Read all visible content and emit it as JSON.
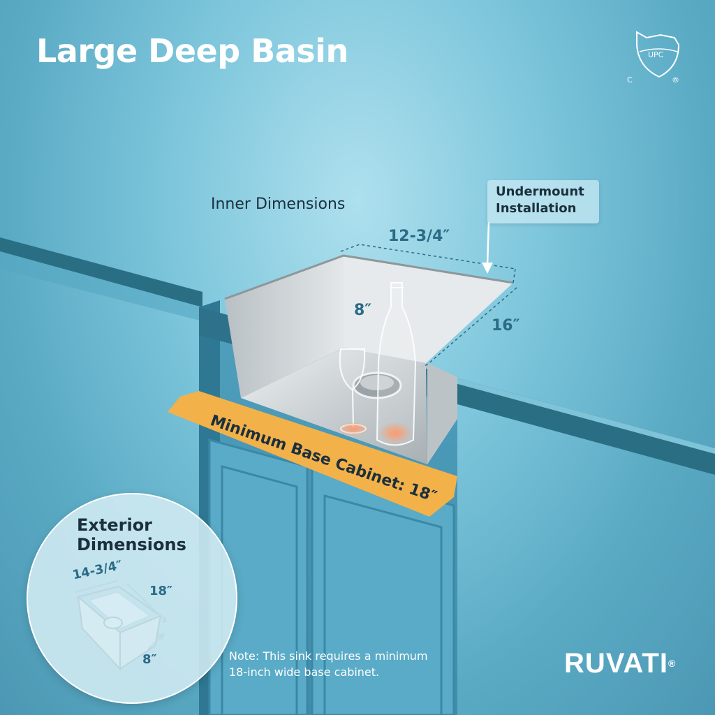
{
  "title": "Large Deep Basin",
  "certification": {
    "icon": "upc-shield-icon",
    "shield_text": "UPC",
    "left_mark": "C",
    "right_mark": "®"
  },
  "inner": {
    "label": "Inner Dimensions",
    "width": "12-3/4″",
    "depth": "16″",
    "height": "8″"
  },
  "install_callout": {
    "line1": "Undermount",
    "line2": "Installation"
  },
  "cabinet_band": "Minimum Base Cabinet: 18″",
  "exterior": {
    "title_line1": "Exterior",
    "title_line2": "Dimensions",
    "width": "14-3/4″",
    "depth": "18″",
    "height": "8″"
  },
  "note": {
    "line1": "Note: This sink requires a minimum",
    "line2": "18-inch wide base cabinet."
  },
  "brand": {
    "name": "RUVATI",
    "mark": "®"
  },
  "colors": {
    "background": "#7cc5db",
    "counter_edge": "#2a6e84",
    "band": "#f3b14a",
    "dimension_text": "#2a6b86",
    "dark_text": "#1b2f3d"
  }
}
